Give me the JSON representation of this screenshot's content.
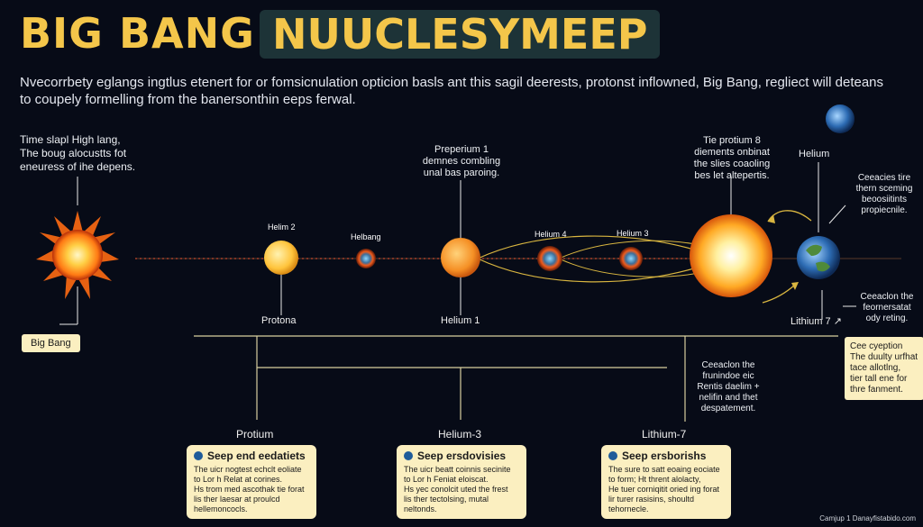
{
  "title": {
    "part1": "BIG BANG",
    "part2": "NUUCLESYMEEP"
  },
  "intro": "Nvecorrbety eglangs ingtlus etenert for or fomsicnulation opticion basls ant this sagil deerests, protonst inflowned, Big Bang, regliect will deteans to coupely formelling from the banersonthin eeps ferwal.",
  "left_caption": "Time slapl High lang,\nThe boug alocustts fot\neneuress of ihe depens.",
  "big_bang_label": "Big Bang",
  "bubbles": [
    {
      "label": "Helim 2"
    },
    {
      "label": "Helbang"
    },
    {
      "label": "Helium 4"
    },
    {
      "label": "Helium 3"
    },
    {
      "label": "Helium"
    }
  ],
  "callouts": {
    "protium_top": "Preperium 1\ndemnes combling\nunal bas paroing.",
    "middle_top": "Tie protium 8\ndiements onbinat\nthe slies coaoling\nbes let altepertis.",
    "right_top": "Ceeacies tire\nthern sceming\nbeoosiitints\npropiecnile.",
    "right_mid": "Ceeaclon the\nfeornersatat\nody reting.",
    "center_low": "Ceeaclon the\nfrunindoe eic\nRentis daelim +\nnelifin and thet\ndespatement.",
    "right_box": "Cee cyeption\nThe duulty urfhat\ntace allotlng,\ntier tall ene for\nthre fanment."
  },
  "stage_labels": {
    "protona": "Protona",
    "helium1": "Helium 1",
    "lithium7_top": "Lithium 7 ↗",
    "protium": "Protium",
    "helium3": "Helium-3",
    "lithium7": "Lithium-7"
  },
  "cards": [
    {
      "title": "Seep end eedatiets",
      "body": "The uicr nogtest echclt eoliate\nto Lor h Relat at corines.\nHs trom med ascothak tie forat\nlis ther laesar at proulcd\nhellemoncocls."
    },
    {
      "title": "Seep ersdovisies",
      "body": "The uicr beatt coinnis secinite\nto Lor h Feniat eloiscat.\nHs yec conolcit uted the frest\nlis ther tectolsing, mutal\nneltonds."
    },
    {
      "title": "Seep ersborishs",
      "body": "The sure to satt eoaing eociate\nto form; Ht thrent alolacty,\nHe tuer corniqitit oried ing forat\nlir turer rasisins, shoultd\ntehornecle."
    }
  ],
  "credit": "Camjup 1 Danayfistabido.com",
  "colors": {
    "accent": "#f4c64a",
    "background": "#070b17",
    "card": "#fbefc0"
  }
}
